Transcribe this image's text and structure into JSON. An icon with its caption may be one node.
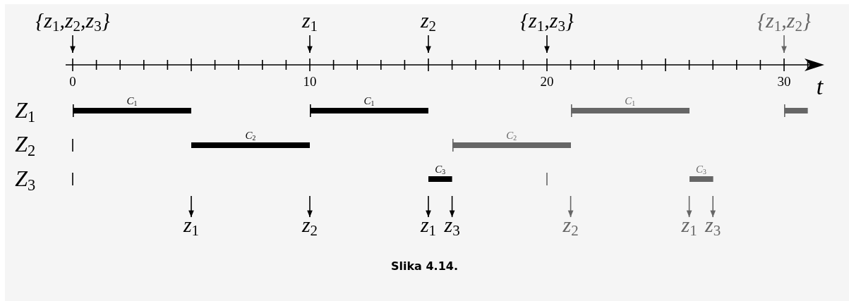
{
  "diagram": {
    "caption": "Slika 4.14.",
    "nodes": [
      {
        "text": [
          "C$_{1}$"
        ]
      },
      {
        "text": [
          "C$_{1}$"
        ]
      },
      {
        "text": [
          "C$_{1}$"
        ]
      },
      {
        "text": [],
        "shape": "bar"
      },
      {
        "text": [
          "C$_{2}$"
        ]
      },
      {
        "text": [
          "C$_{2}$"
        ]
      },
      {
        "text": [
          "C$_{3}$"
        ]
      },
      {
        "text": [
          "C$_{3}$"
        ]
      }
    ],
    "labels": [
      "{z$_{1}$,z$_{2}$,z$_{3}$}",
      "z$_{1}$",
      "z$_{2}$",
      "{z$_{1}$,z$_{3}$}",
      "{z$_{1}$,z$_{2}$}",
      "0",
      "10",
      "20",
      "30",
      "t",
      "Z$_{1}$",
      "Z$_{2}$",
      "Z$_{3}$",
      "z$_{1}$",
      "z$_{2}$",
      "z$_{1}$",
      "z$_{3}$",
      "z$_{2}$",
      "z$_{1}$",
      "z$_{3}$"
    ]
  }
}
